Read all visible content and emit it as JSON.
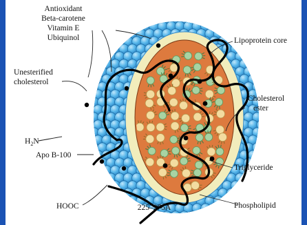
{
  "colors": {
    "frame": "#1b53b4",
    "phospholipid_head": "#4fb2e8",
    "phospholipid_edge": "#1d6ea8",
    "core": "#dd7a3e",
    "core_rim": "#f2edbc",
    "cholesteryl_ester": "#f3dca0",
    "triglyceride": "#a8d3a3",
    "apob_strand": "#000000"
  },
  "labels": {
    "antioxidant": "Antioxidant",
    "beta_carotene": "Beta-carotene",
    "vitamin_e": "Vitamin E",
    "ubiquinol": "Ubiquinol",
    "unesterified_1": "Unesterified",
    "unesterified_2": "cholesterol",
    "lipoprotein_core": "Lipoprotein core",
    "cholesterol_1": "Cholesterol",
    "cholesterol_2": "ester",
    "h2n_h": "H",
    "h2n_sub": "2",
    "h2n_n": "N",
    "apo_b": "Apo B-100",
    "triglyceride": "Triglyceride",
    "hooc": "HOOC",
    "size": "225–275Å",
    "phospholipid": "Phospholipid"
  }
}
